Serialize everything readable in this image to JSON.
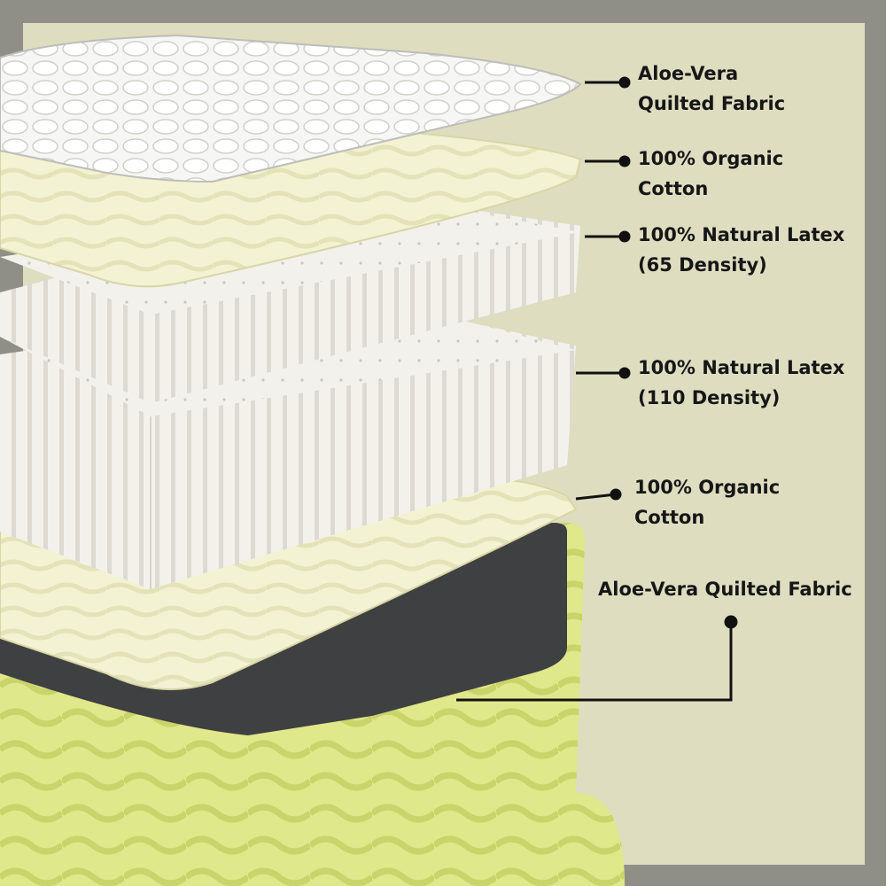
{
  "diagram": {
    "layers": [
      {
        "id": "top-quilted",
        "label": "Aloe-Vera\nQuilted Fabric"
      },
      {
        "id": "top-cotton",
        "label": "100% Organic\nCotton"
      },
      {
        "id": "latex-65",
        "label": "100% Natural Latex\n(65 Density)"
      },
      {
        "id": "latex-110",
        "label": "100% Natural Latex\n(110 Density)"
      },
      {
        "id": "bottom-cotton",
        "label": "100% Organic\nCotton"
      },
      {
        "id": "bottom-quilted",
        "label": "Aloe-Vera Quilted Fabric"
      }
    ]
  },
  "colors": {
    "frame": "#8f8f88",
    "background": "#deddc0",
    "quilt": "#f3f3f1",
    "cotton": "#f3f2cf",
    "latex": "#f2f1ec",
    "base_fabric": "#dfe88a",
    "base_dark": "#3f4042",
    "leader": "#111111"
  }
}
